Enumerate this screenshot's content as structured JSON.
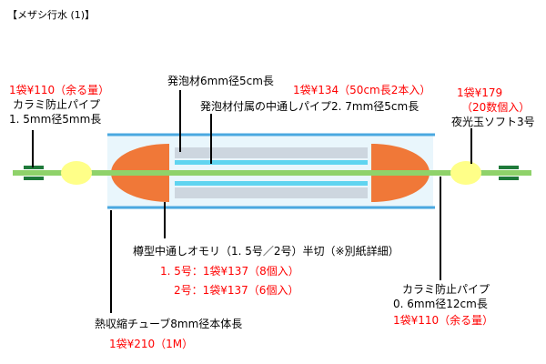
{
  "title": "【メザシ行水 (1)】",
  "labels": {
    "left_price": "1袋¥110（余る量）",
    "left_name": "カラミ防止パイプ",
    "left_spec": "1. 5mm径5mm長",
    "foam_name": "発泡材6mm径5cm長",
    "foam_price": "1袋¥134（50cm長2本入）",
    "foam_pipe": "発泡材付属の中通しパイプ2. 7mm径5cm長",
    "right_price": "1袋¥179",
    "right_count": "（20数個入）",
    "right_name": "夜光玉ソフト3号",
    "sinker_name": "樽型中通しオモリ（1. 5号／2号）半切（※別紙詳細）",
    "sinker_price1": "1. 5号：1袋¥137（8個入）",
    "sinker_price2": "2号：1袋¥137（6個入）",
    "br_name": "カラミ防止パイプ",
    "br_spec": "0. 6mm径12cm長",
    "br_price": "1袋¥110（余る量）",
    "tube_name": "熱収縮チューブ8mm径本体長",
    "tube_price": "1袋¥210（1M）"
  },
  "colors": {
    "line": "#8fd26a",
    "pipe": "#1f7a3a",
    "sinker": "#f07838",
    "glow": "#ffff88",
    "tube": "#bfe6f7",
    "tube_edge": "#4aa8e0",
    "foam": "#cdd6df",
    "foam_pipe": "#5fd4f0",
    "price": "#ff0000"
  }
}
